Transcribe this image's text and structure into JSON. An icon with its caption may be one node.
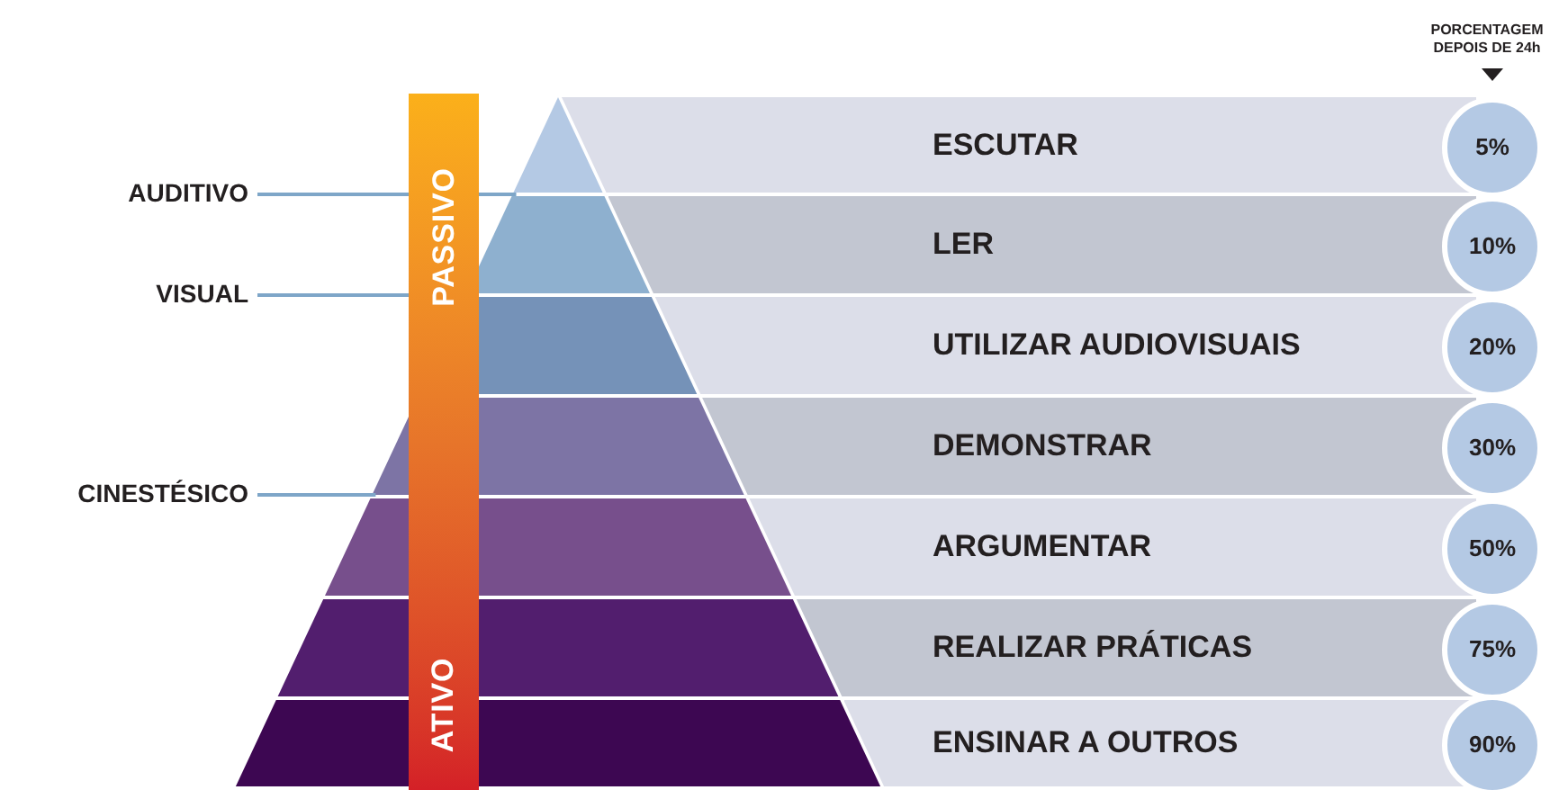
{
  "diagram": {
    "nodes": [
      {
        "text": [
          "AUDITIVO"
        ]
      },
      {
        "text": [
          "VISUAL"
        ]
      },
      {
        "text": [
          "CINESTÉSICO"
        ]
      },
      {
        "text": [
          "PASSIVO",
          "ATIVO"
        ]
      },
      {
        "text": [],
        "shape": "triangle"
      },
      {
        "text": [],
        "shape": "trapezoid"
      },
      {
        "text": [],
        "shape": "trapezoid"
      },
      {
        "text": [],
        "shape": "trapezoid"
      },
      {
        "text": [],
        "shape": "trapezoid"
      },
      {
        "text": [],
        "shape": "trapezoid"
      },
      {
        "text": [],
        "shape": "trapezoid"
      },
      {
        "text": [
          "ESCUTAR"
        ]
      },
      {
        "text": [
          "LER"
        ]
      },
      {
        "text": [
          "UTILIZAR AUDIOVISUAIS"
        ]
      },
      {
        "text": [
          "DEMONSTRAR"
        ]
      },
      {
        "text": [
          "ARGUMENTAR"
        ]
      },
      {
        "text": [
          "REALIZAR PRÁTICAS"
        ]
      },
      {
        "text": [
          "ENSINAR A OUTROS"
        ]
      },
      {
        "text": [
          "5%"
        ]
      },
      {
        "text": [
          "10%"
        ]
      },
      {
        "text": [
          "20%"
        ]
      },
      {
        "text": [
          "30%"
        ]
      },
      {
        "text": [
          "50%"
        ]
      },
      {
        "text": [
          "75%"
        ]
      },
      {
        "text": [
          "90%"
        ]
      }
    ],
    "edges": [
      {
        "from": 0,
        "to": 4,
        "arrow": "none"
      },
      {
        "from": 1,
        "to": 5,
        "arrow": "none"
      },
      {
        "from": 2,
        "to": 7,
        "arrow": "none"
      }
    ],
    "labels": [
      "PORCENTAGEM DEPOIS DE 24h"
    ]
  }
}
